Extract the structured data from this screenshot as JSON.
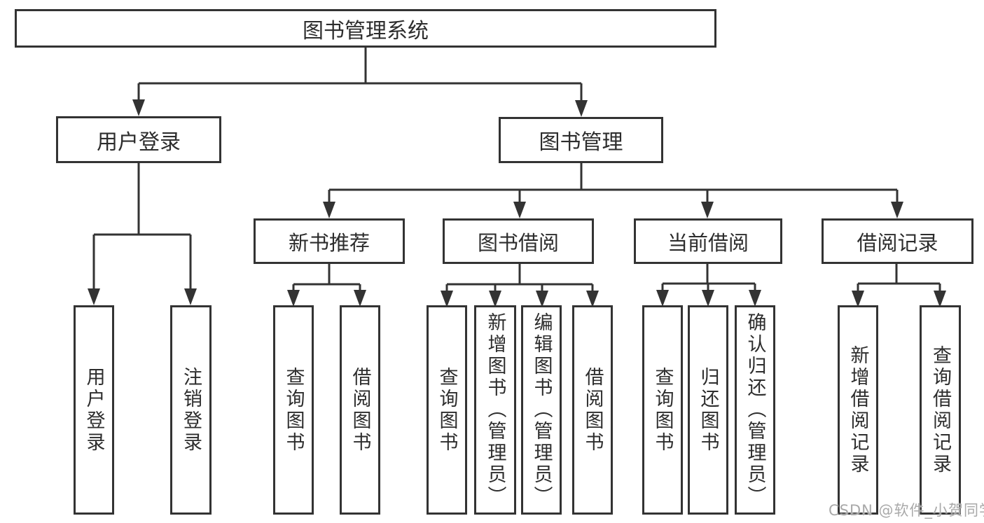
{
  "diagram": {
    "root": {
      "label": "图书管理系统"
    },
    "level2": [
      {
        "label": "用户登录"
      },
      {
        "label": "图书管理"
      }
    ],
    "level3": [
      {
        "label": "新书推荐"
      },
      {
        "label": "图书借阅"
      },
      {
        "label": "当前借阅"
      },
      {
        "label": "借阅记录"
      }
    ],
    "leaves": {
      "user_login": [
        {
          "label": "用户登录"
        },
        {
          "label": "注销登录"
        }
      ],
      "new_books": [
        {
          "label": "查询图书"
        },
        {
          "label": "借阅图书"
        }
      ],
      "book_borrow": [
        {
          "label": "查询图书"
        },
        {
          "label": "新增图书（管理员）"
        },
        {
          "label": "编辑图书（管理员）"
        },
        {
          "label": "借阅图书"
        }
      ],
      "current_borrow": [
        {
          "label": "查询图书"
        },
        {
          "label": "归还图书"
        },
        {
          "label": "确认归还（管理员）"
        }
      ],
      "borrow_records": [
        {
          "label": "新增借阅记录"
        },
        {
          "label": "查询借阅记录"
        }
      ]
    },
    "watermark": "CSDN @软件_小贺同学",
    "colors": {
      "line": "#333333",
      "box_border": "#333333",
      "text": "#2d2d2d",
      "watermark": "#a9a9a9",
      "background": "#ffffff"
    }
  }
}
